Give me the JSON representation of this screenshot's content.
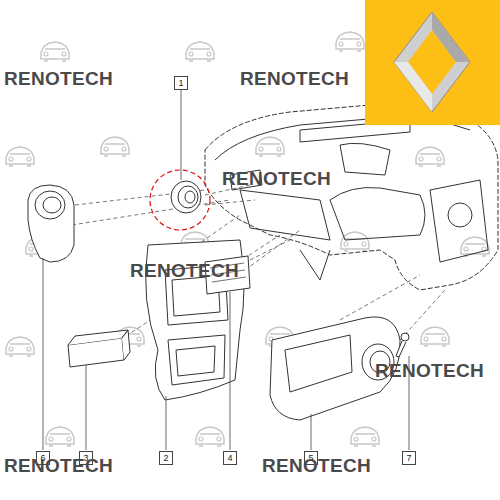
{
  "diagram": {
    "labels": [
      "1",
      "6",
      "3",
      "2",
      "4",
      "5",
      "7",
      "RENOTECH",
      "RENOTECH",
      "RENOTECH",
      "RENOTECH",
      "RENOTECH",
      "RENOTECH",
      "RENOTECH"
    ]
  }
}
